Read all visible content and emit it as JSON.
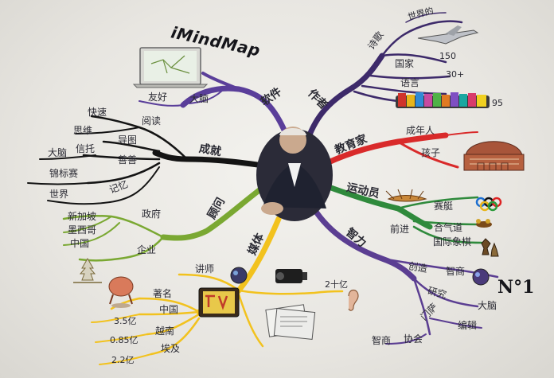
{
  "title": "iMindMap",
  "no1": "N°1",
  "branches": {
    "software": "软件",
    "author": "作者",
    "education": "教育家",
    "achievement": "成就",
    "advisor": "顾问",
    "athlete": "运动员",
    "intellect": "智力",
    "media": "媒体"
  },
  "software_sub": {
    "friendly": "友好",
    "brain": "大脑"
  },
  "author_sub": {
    "poetry": "诗歌",
    "world": "世界的",
    "country": "国家",
    "n150": "150",
    "language": "语言",
    "n30": "30+",
    "n95": "95"
  },
  "education_sub": {
    "adults": "成年人",
    "children": "孩子"
  },
  "achievement_sub": {
    "reading": "阅读",
    "fast": "快速",
    "thinking": "思维",
    "imaging": "导图",
    "brain": "大脑",
    "believe": "信托",
    "studying": "善善",
    "tournament": "锦标赛",
    "world": "世界",
    "memory": "记忆"
  },
  "advisor_sub": {
    "government": "政府",
    "singapore": "新加坡",
    "mexico": "墨西哥",
    "china": "中国",
    "enterprise": "企业"
  },
  "athlete_sub": {
    "rowing": "赛艇",
    "forward": "前进",
    "olympics": "合气道",
    "chess": "国际象棋"
  },
  "intellect_sub": {
    "create": "创造",
    "iq": "智商",
    "research": "研究",
    "brain": "大脑",
    "gate": "门萨",
    "editor": "编辑",
    "iq2": "智商",
    "assoc": "协会"
  },
  "media_sub": {
    "lecturer": "讲师",
    "famous": "著名",
    "china": "中国",
    "n35": "3.5亿",
    "vietnam": "越南",
    "n085": "0.85亿",
    "egypt": "埃及",
    "n22": "2.2亿",
    "n2b": "2十亿"
  }
}
